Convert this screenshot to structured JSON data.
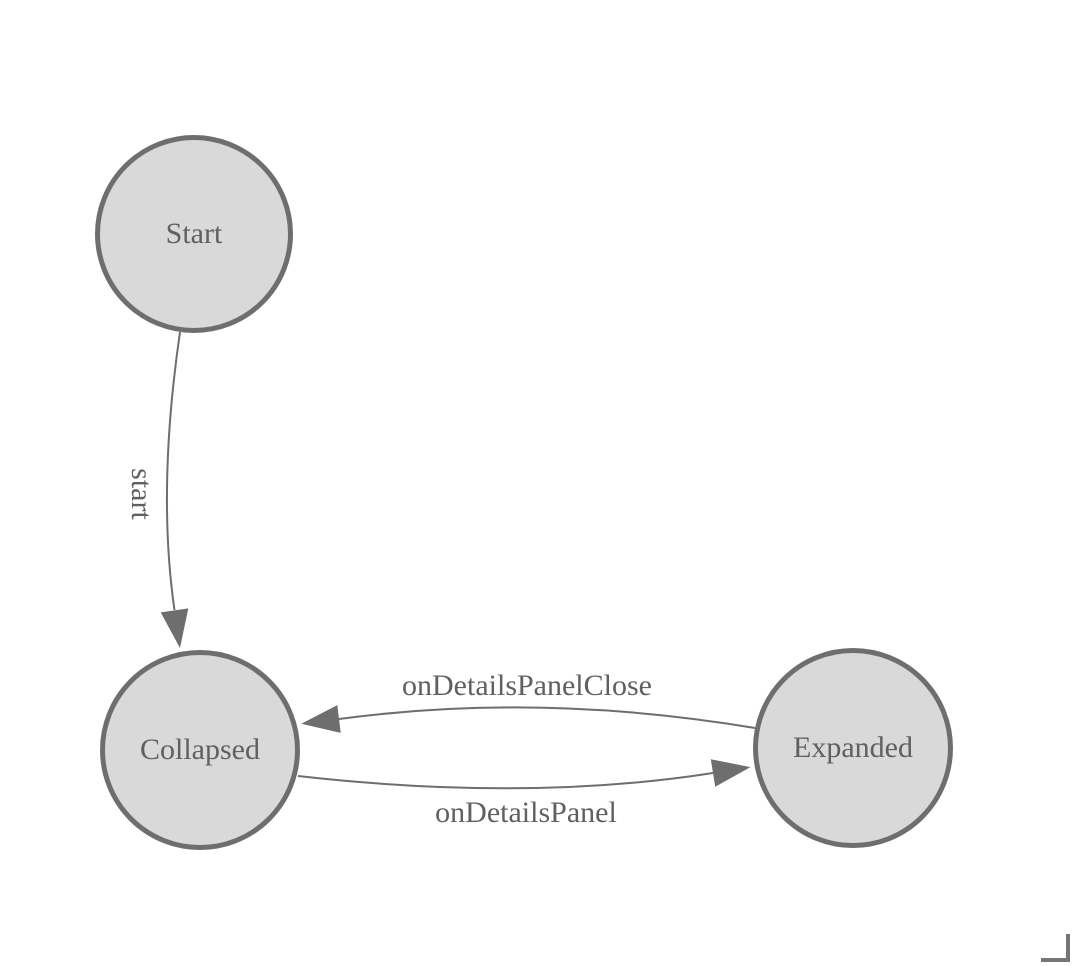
{
  "diagram": {
    "type": "state-diagram",
    "nodes": [
      {
        "id": "start",
        "label": "Start"
      },
      {
        "id": "collapsed",
        "label": "Collapsed"
      },
      {
        "id": "expanded",
        "label": "Expanded"
      }
    ],
    "edges": [
      {
        "label": "start",
        "from": "Start",
        "to": "Collapsed"
      },
      {
        "label": "onDetailsPanelClose",
        "from": "Expanded",
        "to": "Collapsed"
      },
      {
        "label": "onDetailsPanel",
        "from": "Collapsed",
        "to": "Expanded"
      }
    ],
    "colors": {
      "node_fill": "#d9d9d9",
      "node_border": "#6e6e6e",
      "edge": "#6e6e6e",
      "label_text": "#606060",
      "background": "#ffffff",
      "corner_mark": "#757575"
    }
  }
}
